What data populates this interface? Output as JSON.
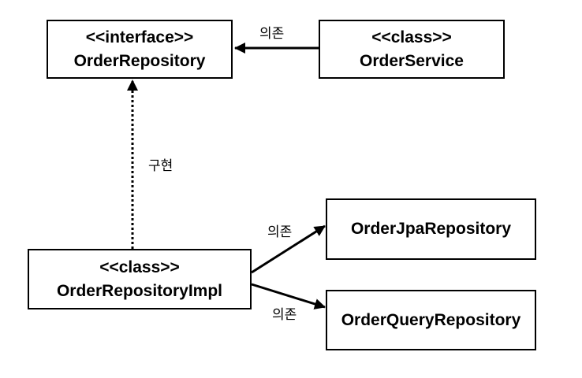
{
  "nodes": {
    "order_repository": {
      "stereotype": "<<interface>>",
      "name": "OrderRepository"
    },
    "order_service": {
      "stereotype": "<<class>>",
      "name": "OrderService"
    },
    "order_repository_impl": {
      "stereotype": "<<class>>",
      "name": "OrderRepositoryImpl"
    },
    "order_jpa_repository": {
      "name": "OrderJpaRepository"
    },
    "order_query_repository": {
      "name": "OrderQueryRepository"
    }
  },
  "edges": {
    "service_to_repository": {
      "label": "의존",
      "style": "solid"
    },
    "impl_to_repository": {
      "label": "구현",
      "style": "dotted"
    },
    "impl_to_jpa": {
      "label": "의존",
      "style": "solid"
    },
    "impl_to_query": {
      "label": "의존",
      "style": "solid"
    }
  },
  "colors": {
    "stroke": "#000000",
    "background": "#ffffff"
  }
}
